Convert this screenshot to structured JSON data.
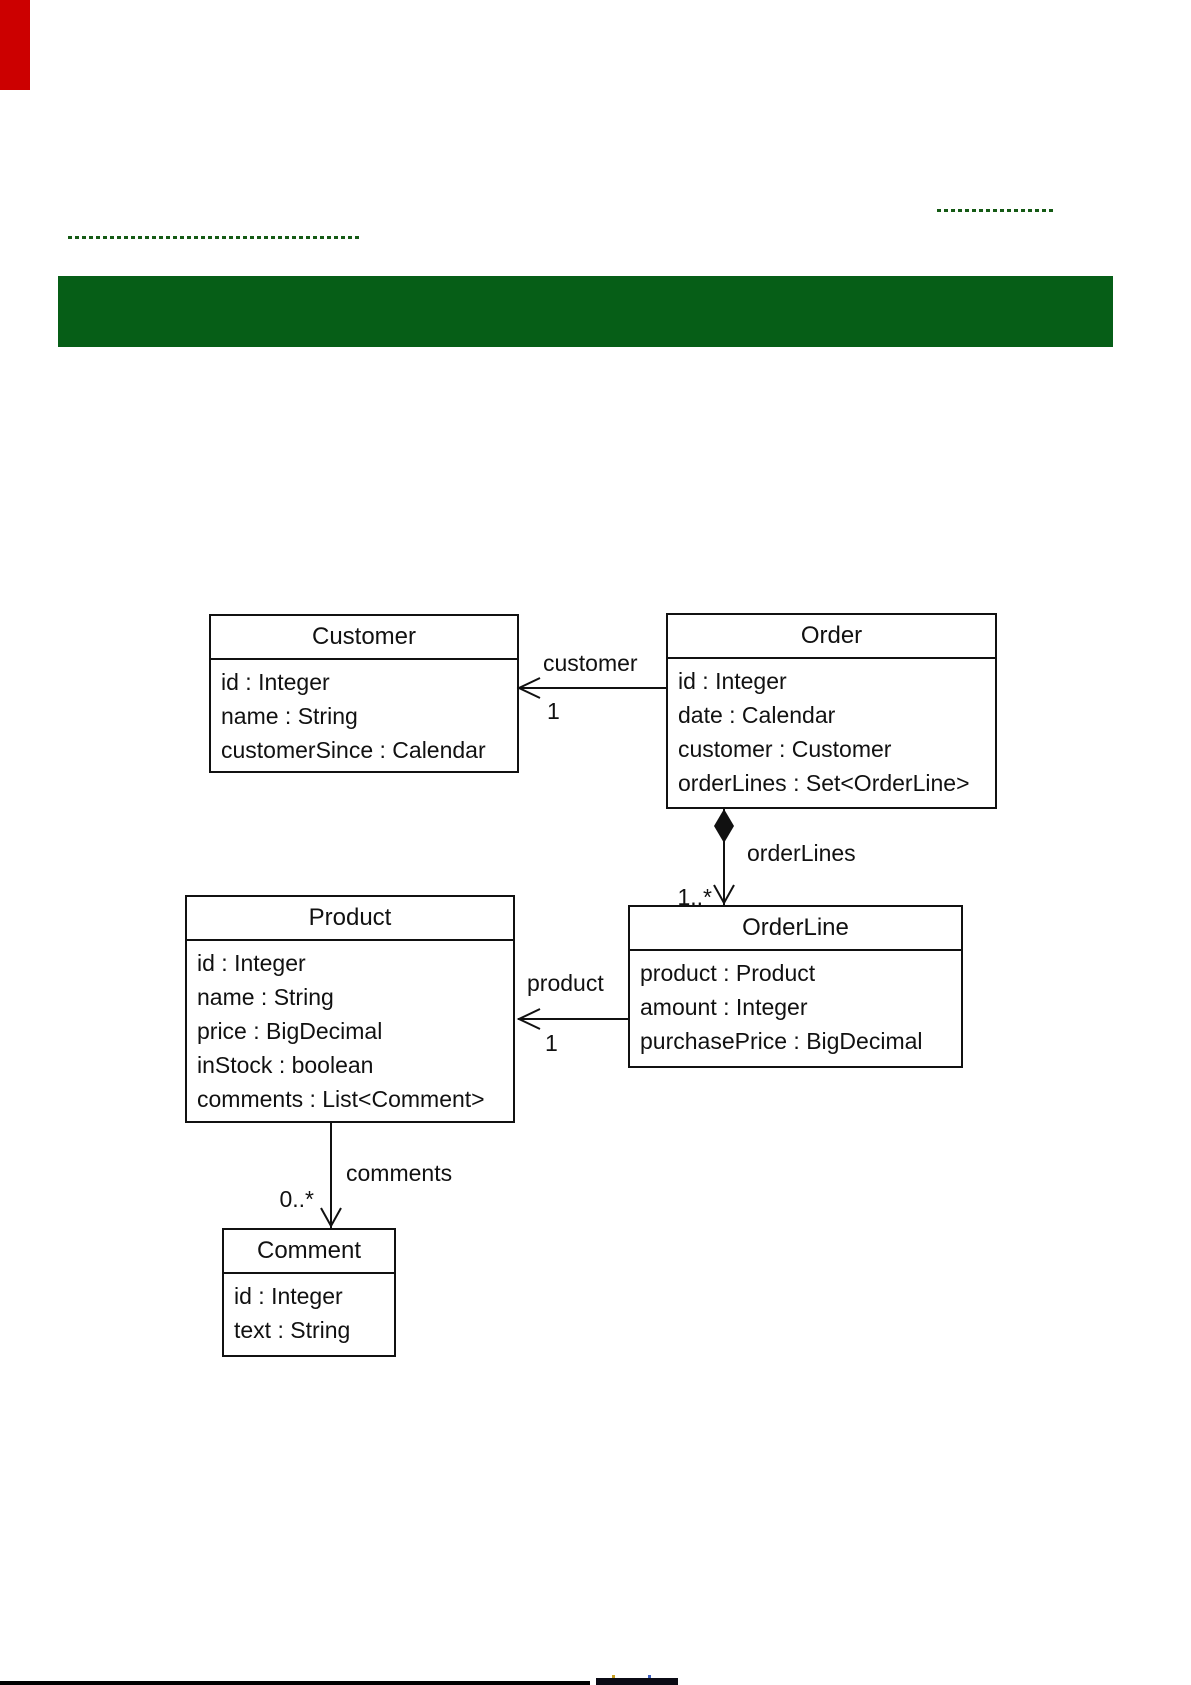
{
  "diagram": {
    "classes": [
      {
        "name": "Customer",
        "attributes": [
          "id : Integer",
          "name : String",
          "customerSince : Calendar"
        ]
      },
      {
        "name": "Order",
        "attributes": [
          "id : Integer",
          "date : Calendar",
          "customer : Customer",
          "orderLines : Set<OrderLine>"
        ]
      },
      {
        "name": "Product",
        "attributes": [
          "id : Integer",
          "name : String",
          "price : BigDecimal",
          "inStock : boolean",
          "comments : List<Comment>"
        ]
      },
      {
        "name": "OrderLine",
        "attributes": [
          "product : Product",
          "amount : Integer",
          "purchasePrice : BigDecimal"
        ]
      },
      {
        "name": "Comment",
        "attributes": [
          "id : Integer",
          "text : String"
        ]
      }
    ],
    "associations": [
      {
        "label": "customer",
        "multiplicity": "1",
        "type": "directed",
        "from": "Order",
        "to": "Customer"
      },
      {
        "label": "orderLines",
        "multiplicity": "1..*",
        "type": "composition",
        "from": "Order",
        "to": "OrderLine"
      },
      {
        "label": "product",
        "multiplicity": "1",
        "type": "directed",
        "from": "OrderLine",
        "to": "Product"
      },
      {
        "label": "comments",
        "multiplicity": "0..*",
        "type": "directed",
        "from": "Product",
        "to": "Comment"
      }
    ]
  },
  "colors": {
    "banner_green": "#065e17",
    "underline_green": "#155a15",
    "corner_red": "#cc0000",
    "box_border": "#111111",
    "bottom_bar": "#000000"
  }
}
